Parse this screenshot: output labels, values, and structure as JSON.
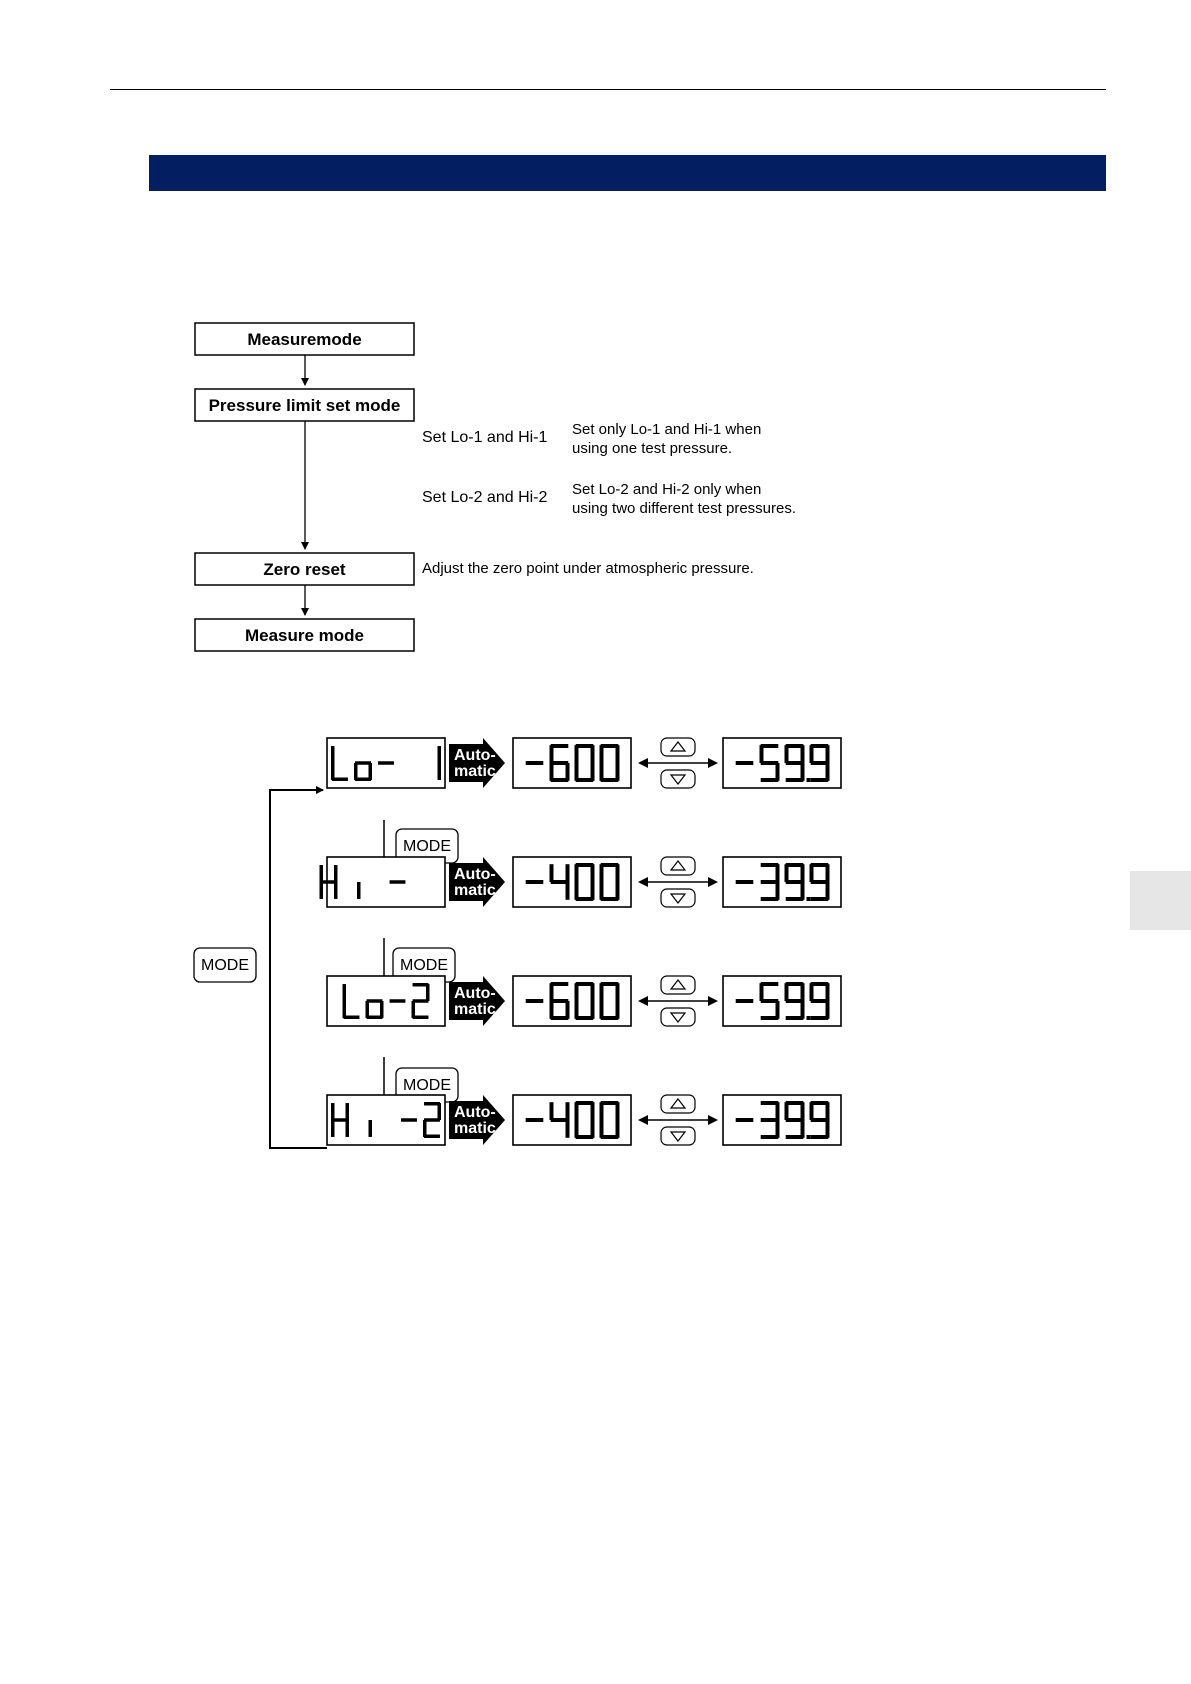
{
  "flowchart": {
    "steps": [
      {
        "label": "Measuremode"
      },
      {
        "label": "Pressure limit set mode"
      },
      {
        "label": "Zero reset"
      },
      {
        "label": "Measure mode"
      }
    ],
    "notes": {
      "set_1": {
        "label": "Set Lo-1 and Hi-1",
        "desc_line1": "Set only Lo-1 and Hi-1 when",
        "desc_line2": "using one test pressure."
      },
      "set_2": {
        "label": "Set Lo-2 and Hi-2",
        "desc_line1": "Set Lo-2 and Hi-2 only when",
        "desc_line2": "using two different test pressures."
      },
      "zero": "Adjust the zero point under atmospheric pressure."
    }
  },
  "display_diagram": {
    "mode_key_label": "MODE",
    "auto_label_line1": "Auto-",
    "auto_label_line2": "matic",
    "up_key_icon": "up-triangle-icon",
    "down_key_icon": "down-triangle-icon",
    "rows": [
      {
        "name": "Lo-1",
        "name_display": "Lo- 1",
        "default_value": "-600",
        "adjusted_value": "-59.9"
      },
      {
        "name": "Hi-1",
        "name_display": "Hi - 1",
        "default_value": "-400",
        "adjusted_value": "-39.9"
      },
      {
        "name": "Lo-2",
        "name_display": "Lo-2",
        "default_value": "-600",
        "adjusted_value": "-59.9"
      },
      {
        "name": "Hi-2",
        "name_display": "Hi -2",
        "default_value": "-400",
        "adjusted_value": "-39.9"
      }
    ]
  }
}
